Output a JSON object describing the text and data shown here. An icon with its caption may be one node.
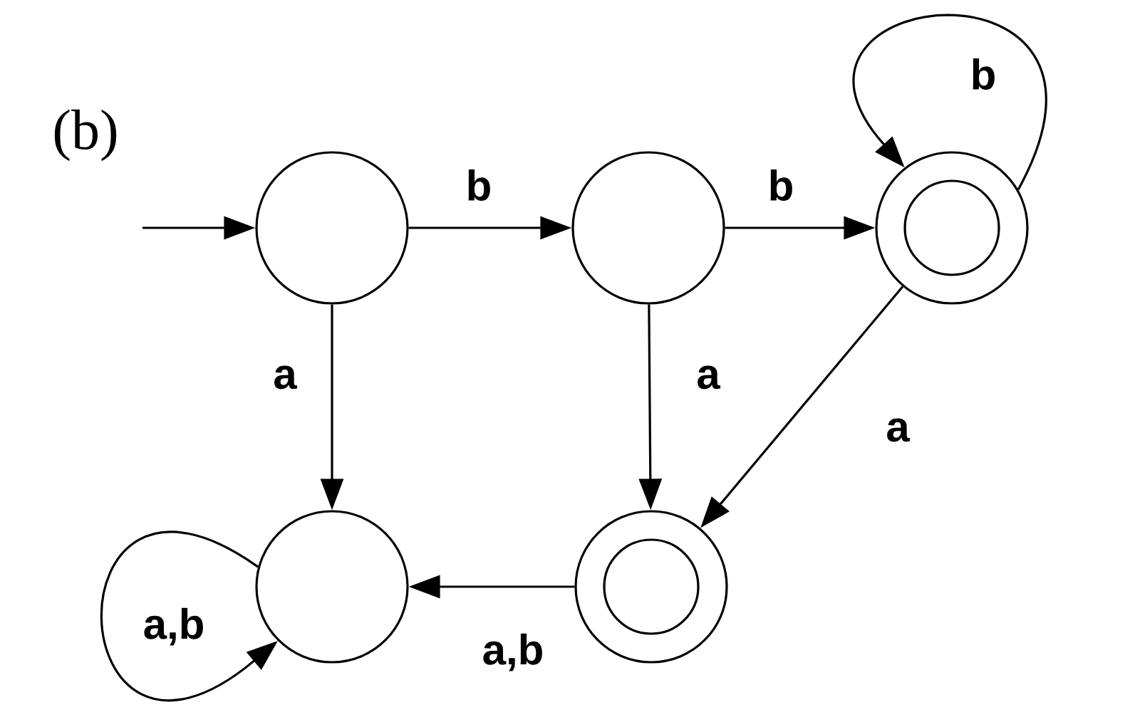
{
  "diagram": {
    "nodes": [
      {
        "text": [],
        "shape": "circle"
      },
      {
        "text": [],
        "shape": "circle"
      },
      {
        "text": [],
        "shape": "doublecircle"
      },
      {
        "text": [],
        "shape": "circle"
      },
      {
        "text": [],
        "shape": "doublecircle"
      }
    ],
    "edges": [
      {
        "from": null,
        "to": 0,
        "arrow": "to"
      },
      {
        "from": 0,
        "to": 1,
        "arrow": "to",
        "label": "b"
      },
      {
        "from": 1,
        "to": 2,
        "arrow": "to",
        "label": "b"
      },
      {
        "from": 2,
        "to": 2,
        "arrow": "to",
        "label": "b"
      },
      {
        "from": 0,
        "to": 3,
        "arrow": "to",
        "label": "a"
      },
      {
        "from": 1,
        "to": 4,
        "arrow": "to",
        "label": "a"
      },
      {
        "from": 2,
        "to": 4,
        "arrow": "to",
        "label": "a"
      },
      {
        "from": 4,
        "to": 3,
        "arrow": "to",
        "label": "a,b"
      },
      {
        "from": 3,
        "to": 3,
        "arrow": "to",
        "label": "a,b"
      }
    ],
    "labels": [
      "(b)"
    ]
  }
}
